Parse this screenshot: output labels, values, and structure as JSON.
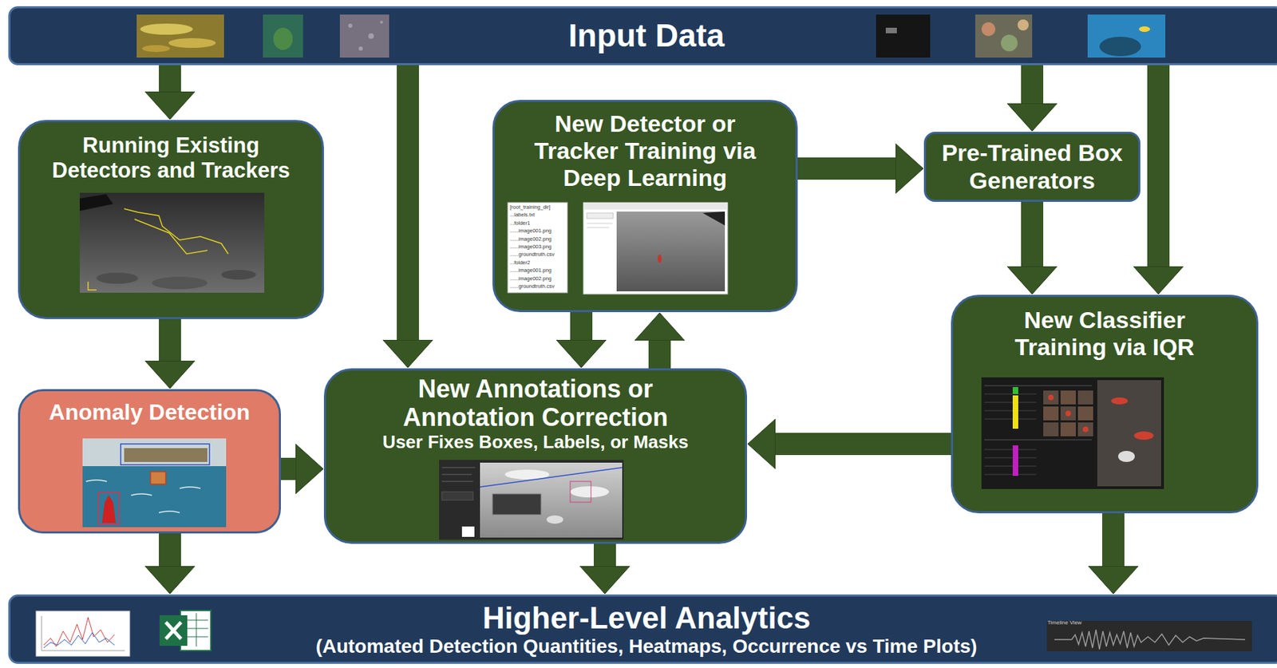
{
  "diagram": {
    "nodes": [
      {
        "text": [
          "Input Data"
        ]
      },
      {
        "text": [
          "Running Existing Detectors and Trackers"
        ]
      },
      {
        "text": [
          "New Detector or Tracker Training via Deep Learning"
        ]
      },
      {
        "text": [
          "Pre-Trained Box Generators"
        ]
      },
      {
        "text": [
          "New Classifier Training via IQR"
        ]
      },
      {
        "text": [
          "Anomaly Detection"
        ]
      },
      {
        "text": [
          "New Annotations or Annotation Correction",
          "User Fixes Boxes, Labels, or Masks"
        ]
      },
      {
        "text": [
          "Higher-Level Analytics",
          "(Automated Detection Quantities, Heatmaps, Occurrence vs Time Plots)"
        ]
      }
    ],
    "edges": [
      {
        "from": 0,
        "to": 1,
        "arrow": "to"
      },
      {
        "from": 0,
        "to": 6,
        "arrow": "to"
      },
      {
        "from": 0,
        "to": 3,
        "arrow": "to"
      },
      {
        "from": 0,
        "to": 4,
        "arrow": "to"
      },
      {
        "from": 1,
        "to": 5,
        "arrow": "to"
      },
      {
        "from": 5,
        "to": 6,
        "arrow": "to"
      },
      {
        "from": 5,
        "to": 7,
        "arrow": "to"
      },
      {
        "from": 2,
        "to": 6,
        "arrow": "to"
      },
      {
        "from": 6,
        "to": 2,
        "arrow": "to"
      },
      {
        "from": 2,
        "to": 3,
        "arrow": "to"
      },
      {
        "from": 3,
        "to": 4,
        "arrow": "to"
      },
      {
        "from": 4,
        "to": 6,
        "arrow": "to"
      },
      {
        "from": 6,
        "to": 7,
        "arrow": "to"
      },
      {
        "from": 4,
        "to": 7,
        "arrow": "to"
      }
    ],
    "labels": [
      "[root_training_dir]",
      "...labels.txt",
      "...folder1",
      "......image001.png",
      "......image002.png",
      "......image003.png",
      "......groundtruth.csv",
      "...folder2",
      "......image001.png",
      "......image002.png",
      "......groundtruth.csv",
      "Timeline View"
    ]
  }
}
